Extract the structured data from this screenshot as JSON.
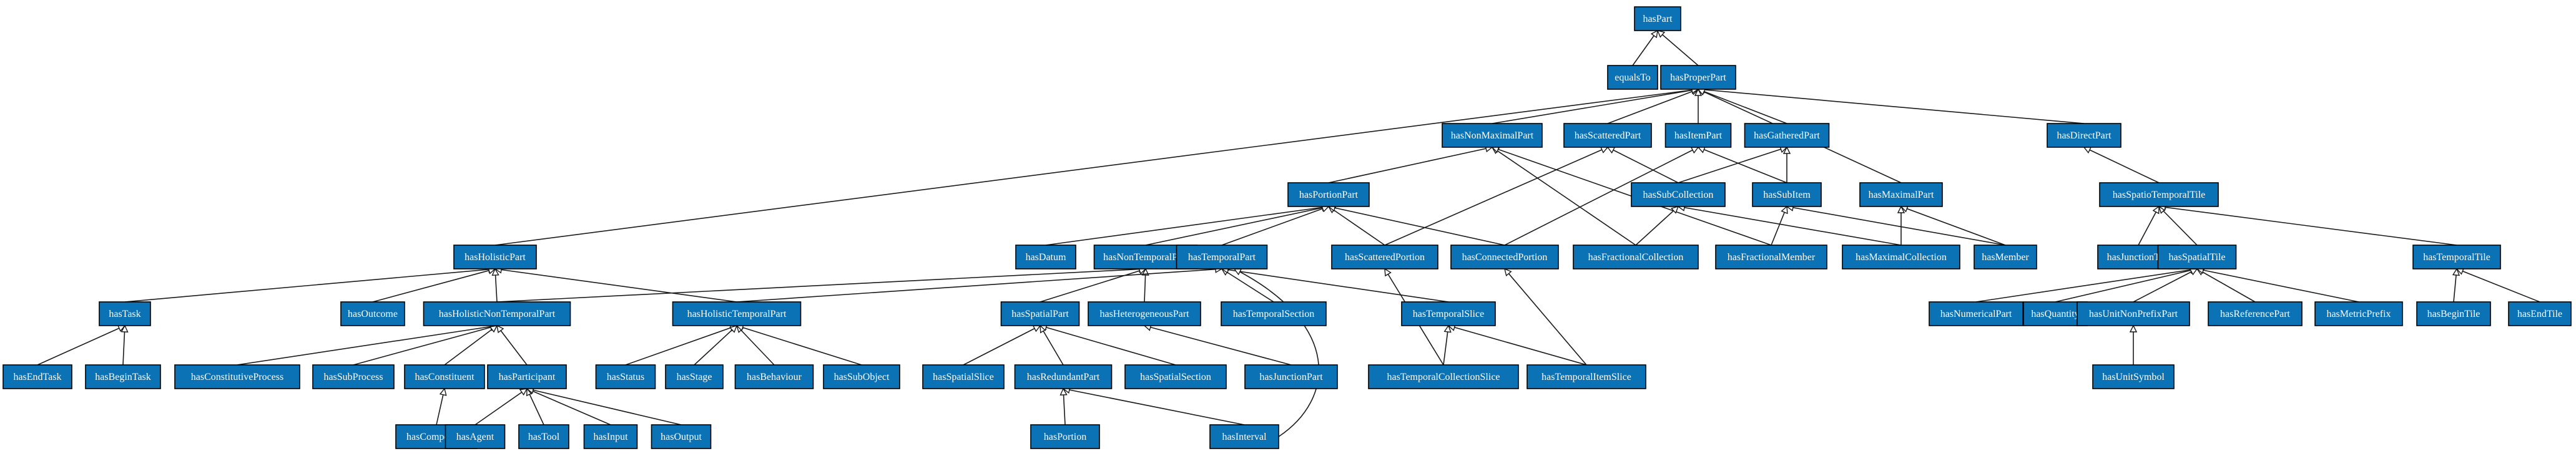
{
  "diagram": {
    "colors": {
      "node_fill": "#0b72b5",
      "node_border": "#000000",
      "edge": "#1a1a1a",
      "label": "#ffffff",
      "background": "#ffffff"
    },
    "arrowhead": "hollow-triangle",
    "nodes": [
      {
        "id": "hasPart",
        "label": "hasPart"
      },
      {
        "id": "equalsTo",
        "label": "equalsTo"
      },
      {
        "id": "hasProperPart",
        "label": "hasProperPart"
      },
      {
        "id": "hasNonMaximalPart",
        "label": "hasNonMaximalPart"
      },
      {
        "id": "hasScatteredPart",
        "label": "hasScatteredPart"
      },
      {
        "id": "hasItemPart",
        "label": "hasItemPart"
      },
      {
        "id": "hasGatheredPart",
        "label": "hasGatheredPart"
      },
      {
        "id": "hasDirectPart",
        "label": "hasDirectPart"
      },
      {
        "id": "hasPortionPart",
        "label": "hasPortionPart"
      },
      {
        "id": "hasSubCollection",
        "label": "hasSubCollection"
      },
      {
        "id": "hasSubItem",
        "label": "hasSubItem"
      },
      {
        "id": "hasMaximalPart",
        "label": "hasMaximalPart"
      },
      {
        "id": "hasSpatioTemporalTile",
        "label": "hasSpatioTemporalTile"
      },
      {
        "id": "hasHolisticPart",
        "label": "hasHolisticPart"
      },
      {
        "id": "hasDatum",
        "label": "hasDatum"
      },
      {
        "id": "hasNonTemporalPart",
        "label": "hasNonTemporalPart"
      },
      {
        "id": "hasTemporalPart",
        "label": "hasTemporalPart"
      },
      {
        "id": "hasScatteredPortion",
        "label": "hasScatteredPortion"
      },
      {
        "id": "hasConnectedPortion",
        "label": "hasConnectedPortion"
      },
      {
        "id": "hasFractionalCollection",
        "label": "hasFractionalCollection"
      },
      {
        "id": "hasFractionalMember",
        "label": "hasFractionalMember"
      },
      {
        "id": "hasMaximalCollection",
        "label": "hasMaximalCollection"
      },
      {
        "id": "hasMember",
        "label": "hasMember"
      },
      {
        "id": "hasJunctionTile",
        "label": "hasJunctionTile"
      },
      {
        "id": "hasSpatialTile",
        "label": "hasSpatialTile"
      },
      {
        "id": "hasTemporalTile",
        "label": "hasTemporalTile"
      },
      {
        "id": "hasTask",
        "label": "hasTask"
      },
      {
        "id": "hasOutcome",
        "label": "hasOutcome"
      },
      {
        "id": "hasHolisticNonTemporalPart",
        "label": "hasHolisticNonTemporalPart"
      },
      {
        "id": "hasHolisticTemporalPart",
        "label": "hasHolisticTemporalPart"
      },
      {
        "id": "hasSpatialPart",
        "label": "hasSpatialPart"
      },
      {
        "id": "hasHeterogeneousPart",
        "label": "hasHeterogeneousPart"
      },
      {
        "id": "hasTemporalSection",
        "label": "hasTemporalSection"
      },
      {
        "id": "hasTemporalSlice",
        "label": "hasTemporalSlice"
      },
      {
        "id": "hasNumericalPart",
        "label": "hasNumericalPart"
      },
      {
        "id": "hasQuantity",
        "label": "hasQuantity"
      },
      {
        "id": "hasUnitNonPrefixPart",
        "label": "hasUnitNonPrefixPart"
      },
      {
        "id": "hasReferencePart",
        "label": "hasReferencePart"
      },
      {
        "id": "hasMetricPrefix",
        "label": "hasMetricPrefix"
      },
      {
        "id": "hasBeginTile",
        "label": "hasBeginTile"
      },
      {
        "id": "hasEndTile",
        "label": "hasEndTile"
      },
      {
        "id": "hasEndTask",
        "label": "hasEndTask"
      },
      {
        "id": "hasBeginTask",
        "label": "hasBeginTask"
      },
      {
        "id": "hasConstitutiveProcess",
        "label": "hasConstitutiveProcess"
      },
      {
        "id": "hasSubProcess",
        "label": "hasSubProcess"
      },
      {
        "id": "hasConstituent",
        "label": "hasConstituent"
      },
      {
        "id": "hasParticipant",
        "label": "hasParticipant"
      },
      {
        "id": "hasStatus",
        "label": "hasStatus"
      },
      {
        "id": "hasStage",
        "label": "hasStage"
      },
      {
        "id": "hasBehaviour",
        "label": "hasBehaviour"
      },
      {
        "id": "hasSubObject",
        "label": "hasSubObject"
      },
      {
        "id": "hasSpatialSlice",
        "label": "hasSpatialSlice"
      },
      {
        "id": "hasRedundantPart",
        "label": "hasRedundantPart"
      },
      {
        "id": "hasSpatialSection",
        "label": "hasSpatialSection"
      },
      {
        "id": "hasJunctionPart",
        "label": "hasJunctionPart"
      },
      {
        "id": "hasTemporalCollectionSlice",
        "label": "hasTemporalCollectionSlice"
      },
      {
        "id": "hasTemporalItemSlice",
        "label": "hasTemporalItemSlice"
      },
      {
        "id": "hasUnitSymbol",
        "label": "hasUnitSymbol"
      },
      {
        "id": "hasComponent",
        "label": "hasComponent"
      },
      {
        "id": "hasAgent",
        "label": "hasAgent"
      },
      {
        "id": "hasTool",
        "label": "hasTool"
      },
      {
        "id": "hasInput",
        "label": "hasInput"
      },
      {
        "id": "hasOutput",
        "label": "hasOutput"
      },
      {
        "id": "hasPortion",
        "label": "hasPortion"
      },
      {
        "id": "hasInterval",
        "label": "hasInterval"
      }
    ],
    "edges": [
      {
        "from": "equalsTo",
        "to": "hasPart"
      },
      {
        "from": "hasProperPart",
        "to": "hasPart"
      },
      {
        "from": "hasNonMaximalPart",
        "to": "hasProperPart"
      },
      {
        "from": "hasScatteredPart",
        "to": "hasProperPart"
      },
      {
        "from": "hasItemPart",
        "to": "hasProperPart"
      },
      {
        "from": "hasGatheredPart",
        "to": "hasProperPart"
      },
      {
        "from": "hasDirectPart",
        "to": "hasProperPart"
      },
      {
        "from": "hasMaximalPart",
        "to": "hasProperPart"
      },
      {
        "from": "hasHolisticPart",
        "to": "hasProperPart"
      },
      {
        "from": "hasPortionPart",
        "to": "hasNonMaximalPart"
      },
      {
        "from": "hasFractionalCollection",
        "to": "hasNonMaximalPart"
      },
      {
        "from": "hasFractionalMember",
        "to": "hasNonMaximalPart"
      },
      {
        "from": "hasScatteredPortion",
        "to": "hasScatteredPart"
      },
      {
        "from": "hasSubCollection",
        "to": "hasScatteredPart"
      },
      {
        "from": "hasSubItem",
        "to": "hasItemPart"
      },
      {
        "from": "hasConnectedPortion",
        "to": "hasItemPart"
      },
      {
        "from": "hasSubCollection",
        "to": "hasGatheredPart"
      },
      {
        "from": "hasSubItem",
        "to": "hasGatheredPart"
      },
      {
        "from": "hasSpatioTemporalTile",
        "to": "hasDirectPart"
      },
      {
        "from": "hasMaximalCollection",
        "to": "hasMaximalPart"
      },
      {
        "from": "hasMember",
        "to": "hasMaximalPart"
      },
      {
        "from": "hasDatum",
        "to": "hasPortionPart"
      },
      {
        "from": "hasNonTemporalPart",
        "to": "hasPortionPart"
      },
      {
        "from": "hasTemporalPart",
        "to": "hasPortionPart"
      },
      {
        "from": "hasScatteredPortion",
        "to": "hasPortionPart"
      },
      {
        "from": "hasConnectedPortion",
        "to": "hasPortionPart"
      },
      {
        "from": "hasFractionalCollection",
        "to": "hasSubCollection"
      },
      {
        "from": "hasMaximalCollection",
        "to": "hasSubCollection"
      },
      {
        "from": "hasMember",
        "to": "hasSubItem"
      },
      {
        "from": "hasFractionalMember",
        "to": "hasSubItem"
      },
      {
        "from": "hasJunctionTile",
        "to": "hasSpatioTemporalTile"
      },
      {
        "from": "hasSpatialTile",
        "to": "hasSpatioTemporalTile"
      },
      {
        "from": "hasTemporalTile",
        "to": "hasSpatioTemporalTile"
      },
      {
        "from": "hasTask",
        "to": "hasHolisticPart"
      },
      {
        "from": "hasOutcome",
        "to": "hasHolisticPart"
      },
      {
        "from": "hasHolisticNonTemporalPart",
        "to": "hasHolisticPart"
      },
      {
        "from": "hasHolisticTemporalPart",
        "to": "hasHolisticPart"
      },
      {
        "from": "hasHolisticNonTemporalPart",
        "to": "hasNonTemporalPart"
      },
      {
        "from": "hasSpatialPart",
        "to": "hasNonTemporalPart"
      },
      {
        "from": "hasHeterogeneousPart",
        "to": "hasNonTemporalPart"
      },
      {
        "from": "hasHolisticTemporalPart",
        "to": "hasTemporalPart"
      },
      {
        "from": "hasTemporalSection",
        "to": "hasTemporalPart"
      },
      {
        "from": "hasTemporalSlice",
        "to": "hasTemporalPart"
      },
      {
        "from": "hasInterval",
        "to": "hasTemporalPart"
      },
      {
        "from": "hasTemporalCollectionSlice",
        "to": "hasScatteredPortion"
      },
      {
        "from": "hasTemporalItemSlice",
        "to": "hasConnectedPortion"
      },
      {
        "from": "hasNumericalPart",
        "to": "hasSpatialTile"
      },
      {
        "from": "hasQuantity",
        "to": "hasSpatialTile"
      },
      {
        "from": "hasUnitNonPrefixPart",
        "to": "hasSpatialTile"
      },
      {
        "from": "hasReferencePart",
        "to": "hasSpatialTile"
      },
      {
        "from": "hasMetricPrefix",
        "to": "hasSpatialTile"
      },
      {
        "from": "hasBeginTile",
        "to": "hasTemporalTile"
      },
      {
        "from": "hasEndTile",
        "to": "hasTemporalTile"
      },
      {
        "from": "hasEndTask",
        "to": "hasTask"
      },
      {
        "from": "hasBeginTask",
        "to": "hasTask"
      },
      {
        "from": "hasConstitutiveProcess",
        "to": "hasHolisticNonTemporalPart"
      },
      {
        "from": "hasSubProcess",
        "to": "hasHolisticNonTemporalPart"
      },
      {
        "from": "hasConstituent",
        "to": "hasHolisticNonTemporalPart"
      },
      {
        "from": "hasParticipant",
        "to": "hasHolisticNonTemporalPart"
      },
      {
        "from": "hasStatus",
        "to": "hasHolisticTemporalPart"
      },
      {
        "from": "hasStage",
        "to": "hasHolisticTemporalPart"
      },
      {
        "from": "hasBehaviour",
        "to": "hasHolisticTemporalPart"
      },
      {
        "from": "hasSubObject",
        "to": "hasHolisticTemporalPart"
      },
      {
        "from": "hasSpatialSlice",
        "to": "hasSpatialPart"
      },
      {
        "from": "hasRedundantPart",
        "to": "hasSpatialPart"
      },
      {
        "from": "hasSpatialSection",
        "to": "hasSpatialPart"
      },
      {
        "from": "hasJunctionPart",
        "to": "hasHeterogeneousPart"
      },
      {
        "from": "hasTemporalCollectionSlice",
        "to": "hasTemporalSlice"
      },
      {
        "from": "hasTemporalItemSlice",
        "to": "hasTemporalSlice"
      },
      {
        "from": "hasUnitSymbol",
        "to": "hasUnitNonPrefixPart"
      },
      {
        "from": "hasComponent",
        "to": "hasConstituent"
      },
      {
        "from": "hasAgent",
        "to": "hasParticipant"
      },
      {
        "from": "hasTool",
        "to": "hasParticipant"
      },
      {
        "from": "hasInput",
        "to": "hasParticipant"
      },
      {
        "from": "hasOutput",
        "to": "hasParticipant"
      },
      {
        "from": "hasPortion",
        "to": "hasRedundantPart"
      },
      {
        "from": "hasInterval",
        "to": "hasRedundantPart"
      }
    ]
  }
}
